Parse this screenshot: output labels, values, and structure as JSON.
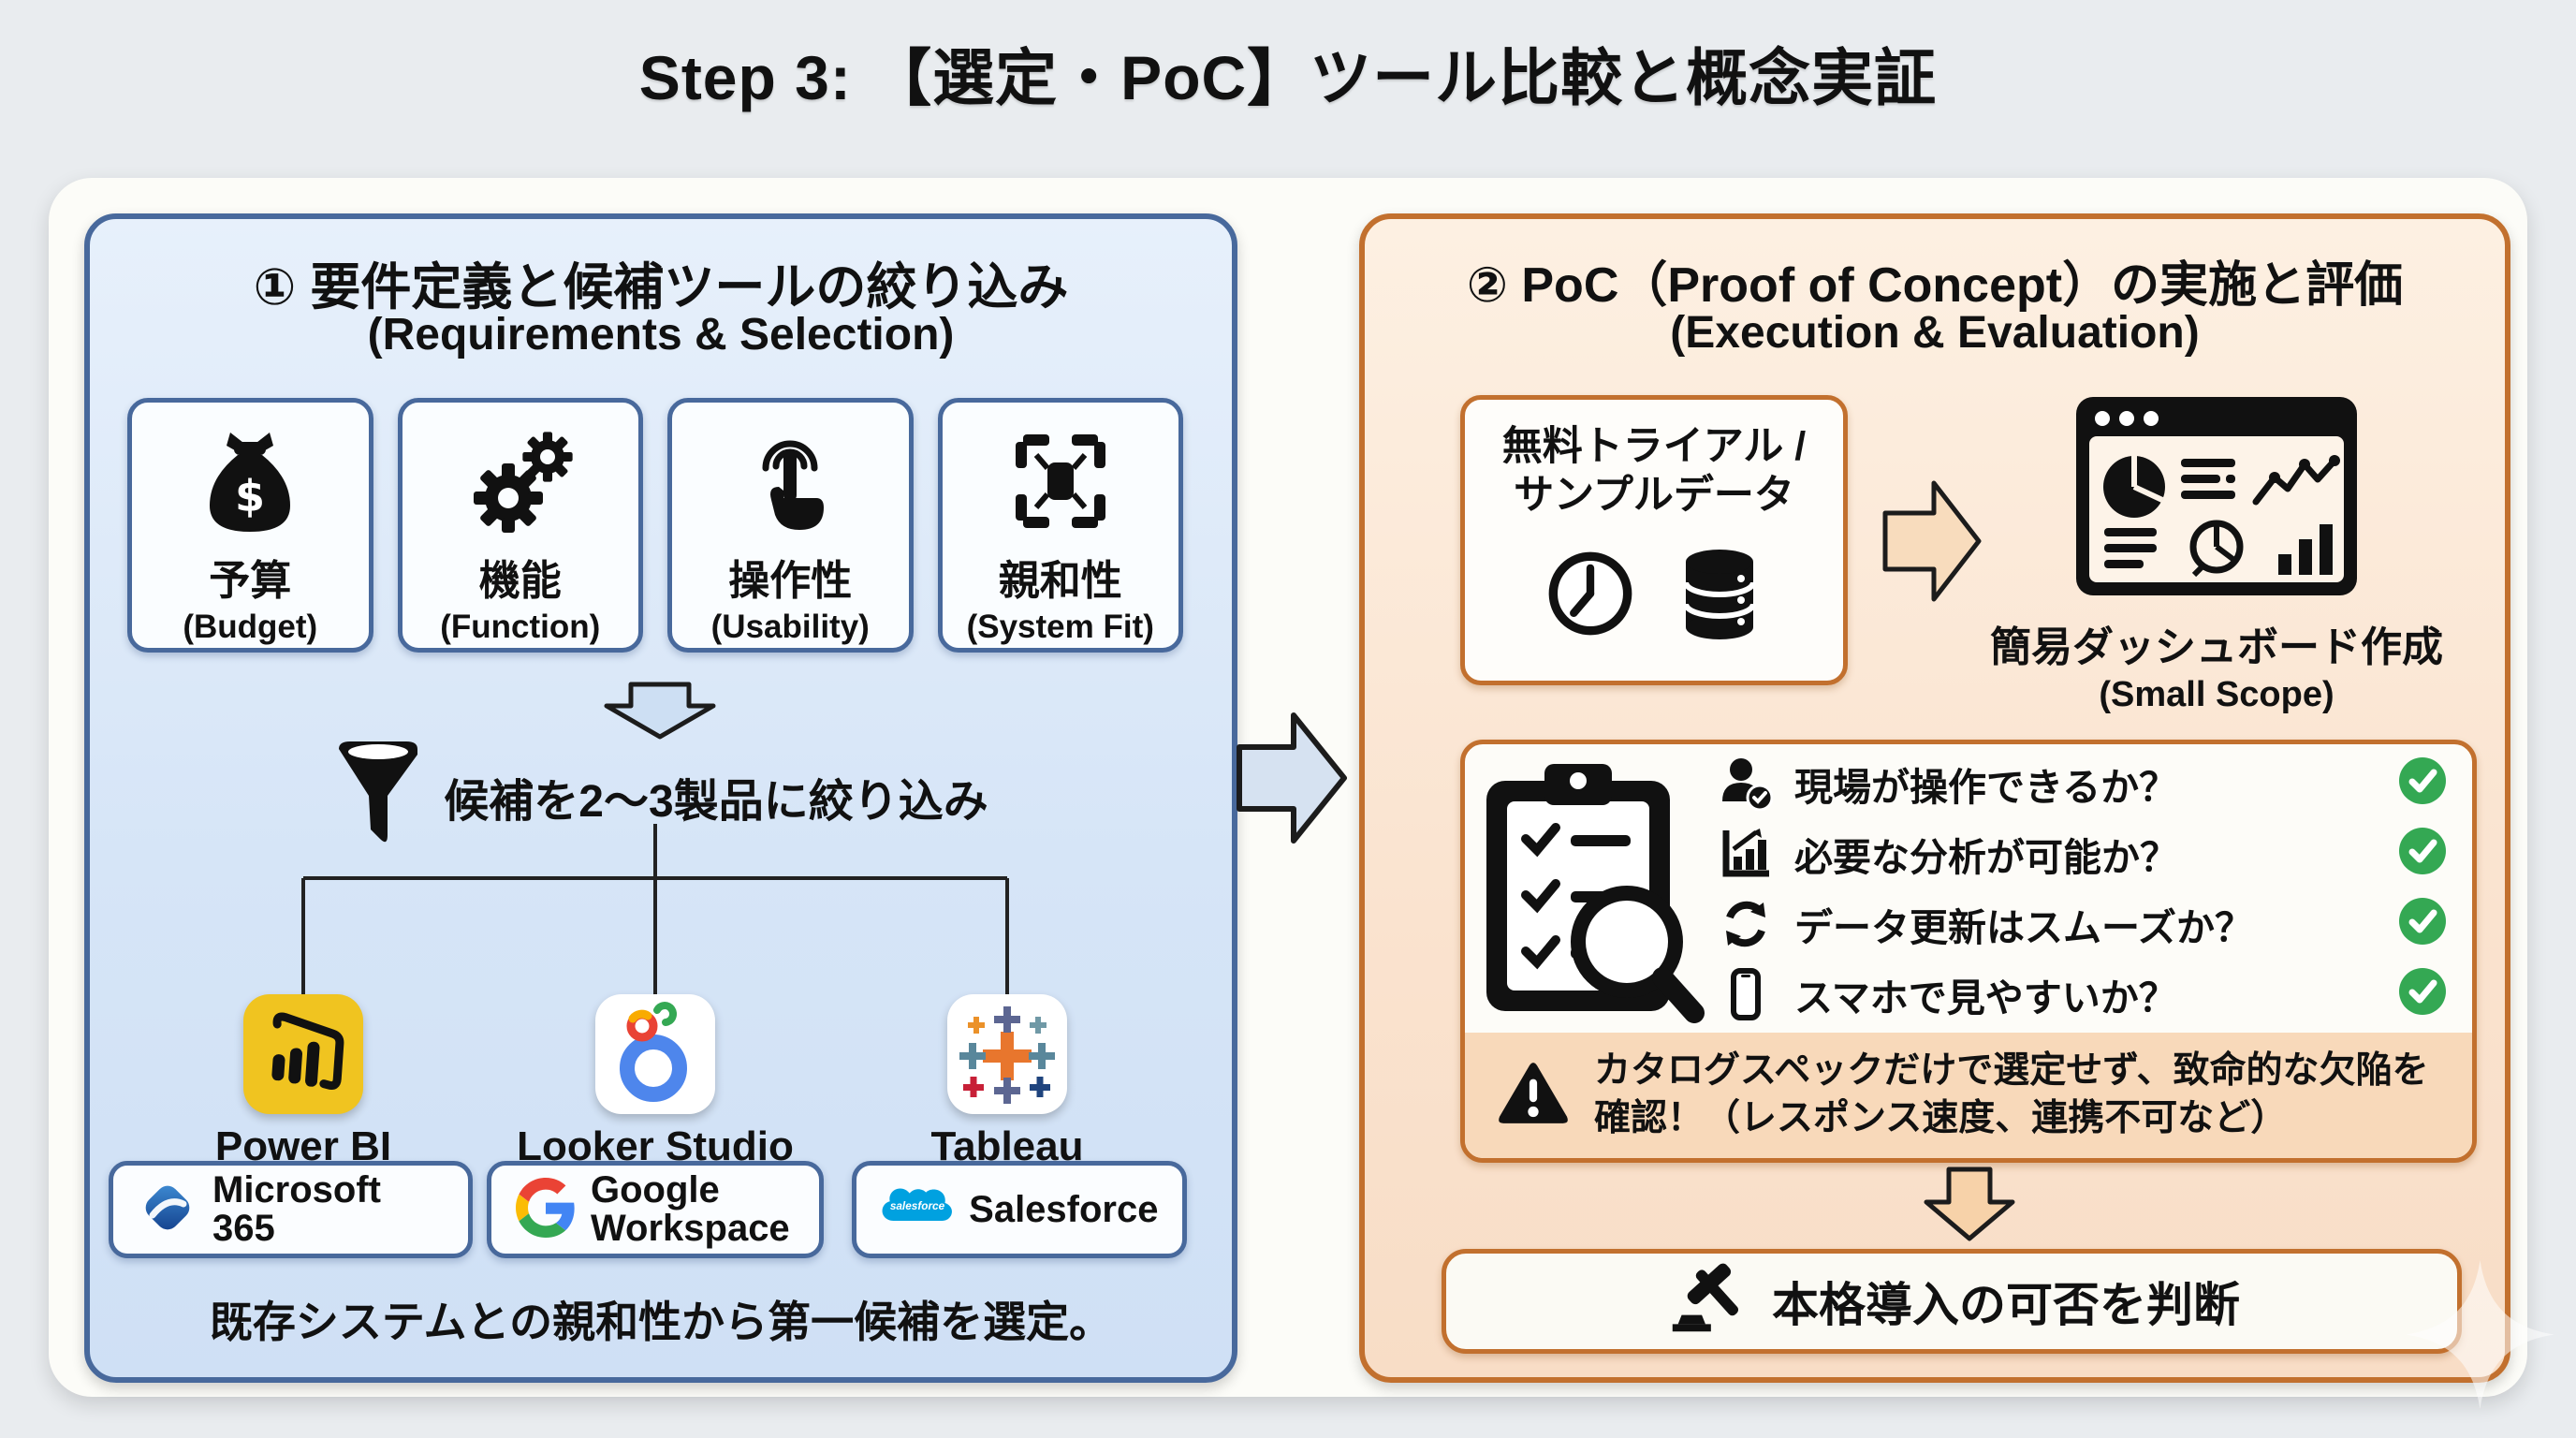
{
  "title": "Step 3: 【選定・PoC】ツール比較と概念実証",
  "left_panel": {
    "heading_jp": "① 要件定義と候補ツールの絞り込み",
    "heading_en": "(Requirements & Selection)",
    "criteria": [
      {
        "label_jp": "予算",
        "label_en": "(Budget)",
        "icon": "money-bag-icon"
      },
      {
        "label_jp": "機能",
        "label_en": "(Function)",
        "icon": "gears-icon"
      },
      {
        "label_jp": "操作性",
        "label_en": "(Usability)",
        "icon": "touch-icon"
      },
      {
        "label_jp": "親和性",
        "label_en": "(System Fit)",
        "icon": "network-icon"
      }
    ],
    "funnel_label": "候補を2〜3製品に絞り込み",
    "products": [
      {
        "name": "Power BI",
        "ecosystem": "Microsoft 365",
        "logo": "power-bi-logo"
      },
      {
        "name": "Looker Studio",
        "ecosystem": "Google Workspace",
        "logo": "looker-studio-logo"
      },
      {
        "name": "Tableau",
        "ecosystem": "Salesforce",
        "logo": "tableau-logo"
      }
    ],
    "note": "既存システムとの親和性から第一候補を選定。"
  },
  "right_panel": {
    "heading_jp": "② PoC（Proof of Concept）の実施と評価",
    "heading_en": "(Execution & Evaluation)",
    "trial_line1": "無料トライアル /",
    "trial_line2": "サンプルデータ",
    "dashboard_caption_jp": "簡易ダッシュボード作成",
    "dashboard_caption_en": "(Small Scope)",
    "checklist": [
      {
        "label": "現場が操作できるか？",
        "icon": "user-check-icon",
        "checked": true
      },
      {
        "label": "必要な分析が可能か？",
        "icon": "bar-chart-icon",
        "checked": true
      },
      {
        "label": "データ更新はスムーズか？",
        "icon": "refresh-icon",
        "checked": true
      },
      {
        "label": "スマホで見やすいか？",
        "icon": "smartphone-icon",
        "checked": true
      }
    ],
    "warning": "カタログスペックだけで選定せず、致命的な欠陥を確認！（レスポンス速度、連携不可など）",
    "decision": "本格導入の可否を判断"
  },
  "colors": {
    "page_background": "#e9ecef",
    "card_background": "#fcfcf8",
    "left_border": "#48699c",
    "left_fill": "#d9e7f7",
    "right_border": "#c2702e",
    "right_fill": "#fae3cf",
    "warning_strip": "#f8d9ba",
    "power_bi_yellow": "#f0c420",
    "check_green": "#34a853",
    "arrow_blue": "#d6e2f1",
    "arrow_peach": "#f8dcbd",
    "connector_blue": "#4a72a8",
    "salesforce_blue": "#00a1e0"
  }
}
